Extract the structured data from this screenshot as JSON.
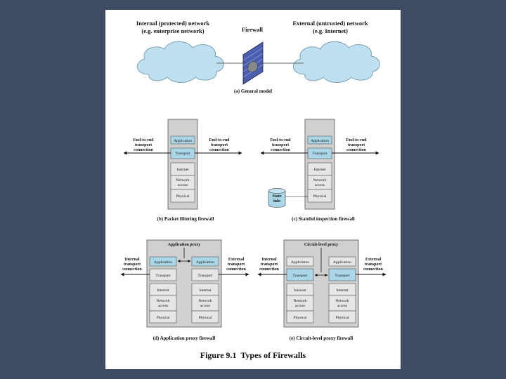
{
  "general_model": {
    "internal_label_1": "Internal (protected) network",
    "internal_label_2": "(e.g. enterprise network)",
    "firewall_label": "Firewall",
    "external_label_1": "External (untrusted) network",
    "external_label_2": "(e.g. Internet)",
    "caption": "(a) General model"
  },
  "layers": {
    "application": "Application",
    "transport": "Transport",
    "internet": "Internet",
    "network_1": "Network",
    "network_2": "access",
    "physical": "Physical"
  },
  "labels": {
    "e2e_1": "End-to-end",
    "e2e_2": "transport",
    "e2e_3": "connection",
    "state_1": "State",
    "state_2": "info",
    "int_1": "Internal",
    "int_2": "transport",
    "int_3": "connection",
    "ext_1": "External",
    "ext_2": "transport",
    "ext_3": "connection",
    "app_proxy": "Application proxy",
    "circuit_proxy": "Circuit-level proxy"
  },
  "captions": {
    "b": "(b) Packet filtering firewall",
    "c": "(c) Stateful inspection firewall",
    "d": "(d) Application proxy firewall",
    "e": "(e) Circuit-level proxy firewall"
  },
  "figure_title": "Figure 9.1  Types of Firewalls",
  "colors": {
    "highlight": "#a9d7e8",
    "layer_gray": "#e6e6e6",
    "frame_gray": "#d0d0d0",
    "cloud": "#bfe0f0"
  }
}
